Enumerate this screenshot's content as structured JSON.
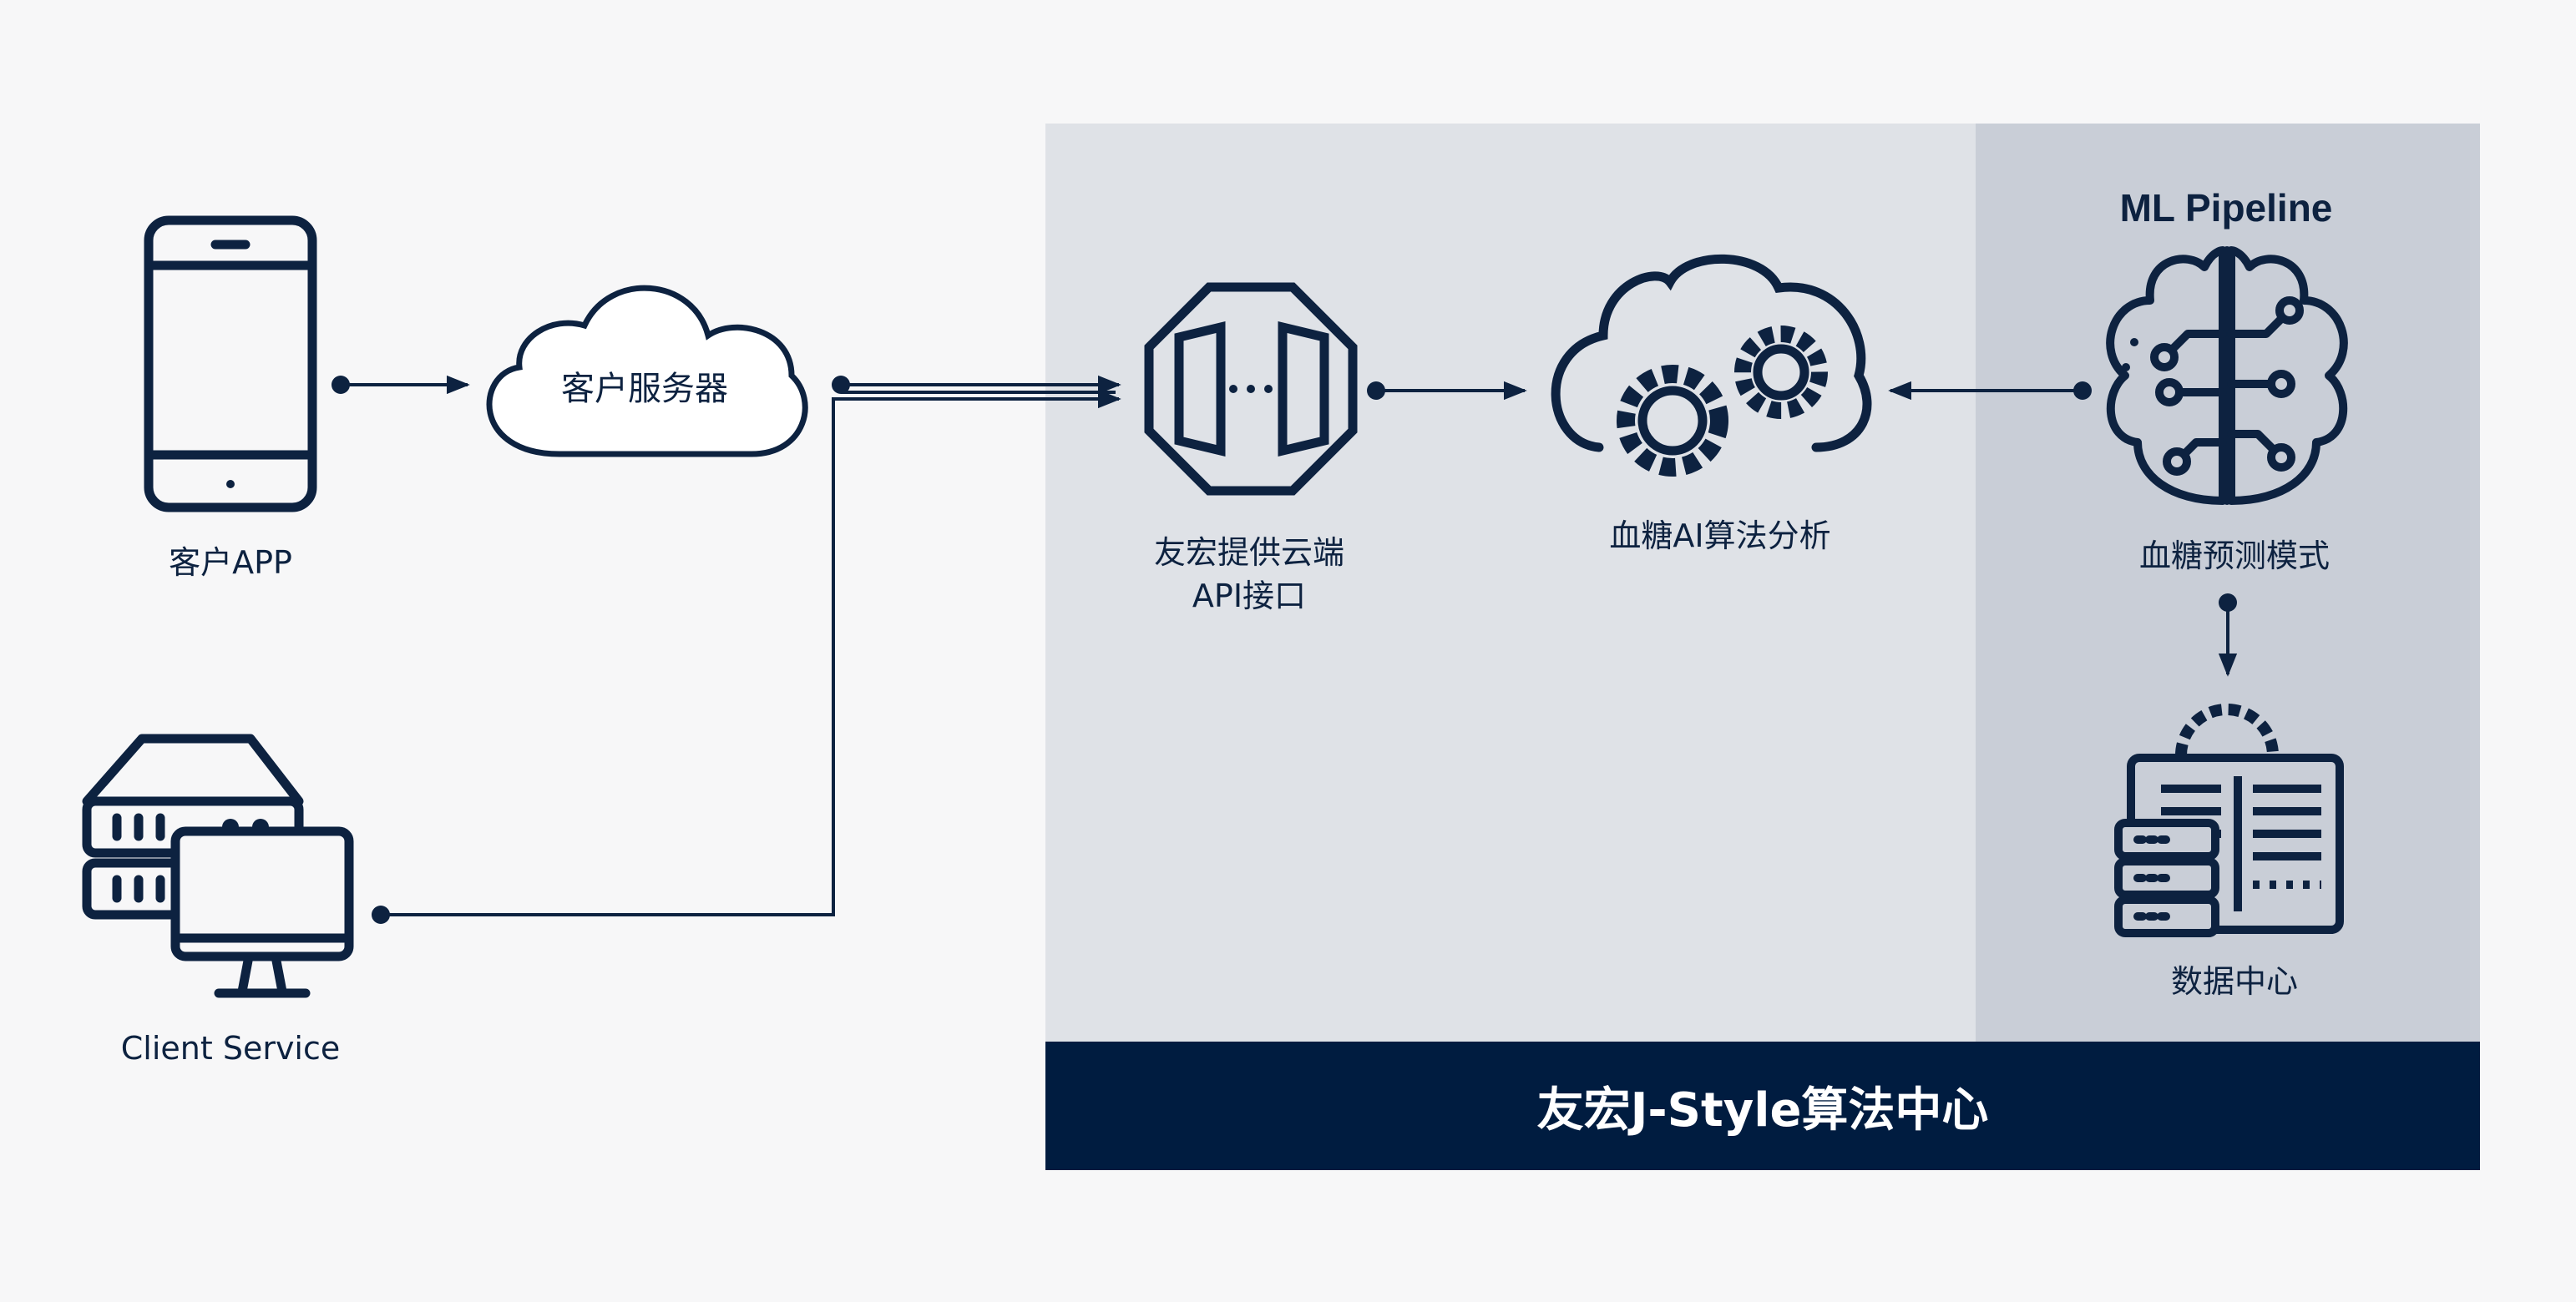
{
  "nodes": {
    "app": {
      "label": "客户APP"
    },
    "server": {
      "label": "客户服务器"
    },
    "client_service": {
      "label": "Client Service"
    },
    "api": {
      "label_line1": "友宏提供云端",
      "label_line2": "API接口"
    },
    "ai_analysis": {
      "label": "血糖AI算法分析"
    },
    "predict_model": {
      "label": "血糖预测模式"
    },
    "datacenter": {
      "label": "数据中心"
    }
  },
  "ml_section": {
    "title": "ML Pipeline"
  },
  "center_bar": {
    "title": "友宏J-Style算法中心"
  },
  "colors": {
    "navy": "#001c40",
    "panel_light": "#dfe2e7",
    "panel_dark": "#c9ced7",
    "background": "#f7f7f8"
  }
}
